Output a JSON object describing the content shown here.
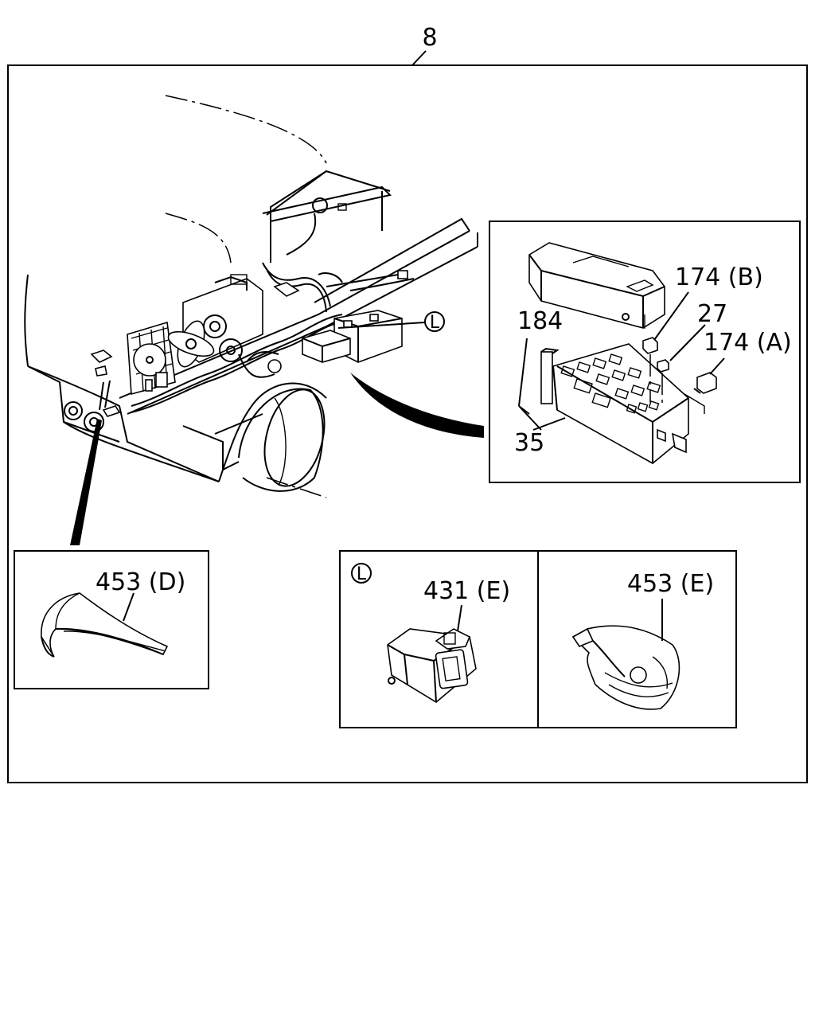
{
  "diagram": {
    "main_callout": "8",
    "callouts": {
      "top_184": "184",
      "top_174b": "174 (B)",
      "top_27": "27",
      "top_174a": "174 (A)",
      "top_35": "35",
      "circle_l_main": "L",
      "detail_453d": "453 (D)",
      "detail_l": "L",
      "detail_431e": "431 (E)",
      "detail_453e": "453 (E)"
    }
  }
}
